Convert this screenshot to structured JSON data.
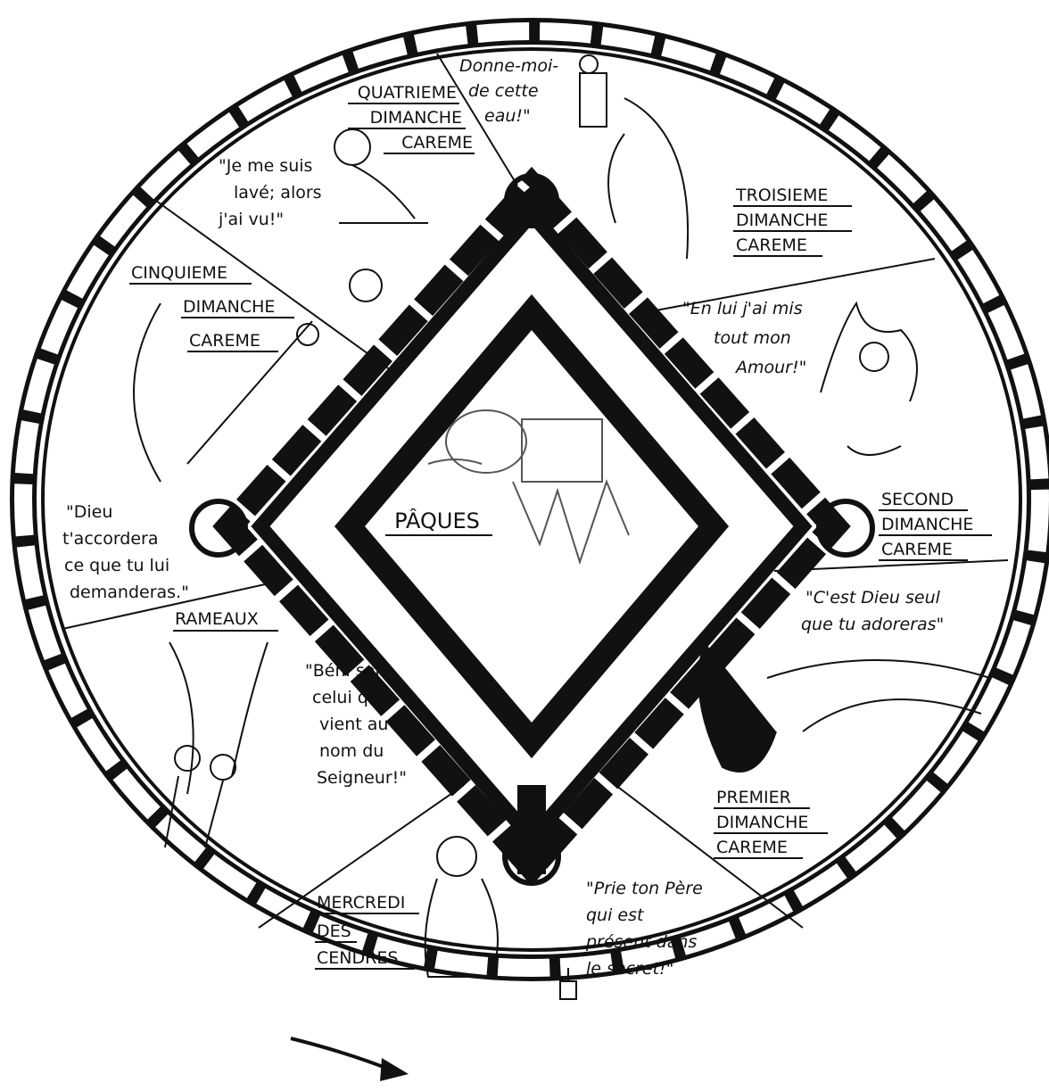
{
  "center": {
    "title": "PÂQUES"
  },
  "sectors": {
    "quatrieme": {
      "lines": [
        "QUATRIEME",
        "DIMANCHE",
        "CAREME"
      ]
    },
    "troisieme": {
      "lines": [
        "TROISIEME",
        "DIMANCHE",
        "CAREME"
      ]
    },
    "cinquieme": {
      "lines": [
        "CINQUIEME",
        "DIMANCHE",
        "CAREME"
      ]
    },
    "second": {
      "lines": [
        "SECOND",
        "DIMANCHE",
        "CAREME"
      ]
    },
    "rameaux": {
      "lines": [
        "RAMEAUX"
      ]
    },
    "premier": {
      "lines": [
        "PREMIER",
        "DIMANCHE",
        "CAREME"
      ]
    },
    "mercredi": {
      "lines": [
        "MERCREDI",
        "DES",
        "CENDRES"
      ]
    }
  },
  "quotes": {
    "donne_moi": [
      "Donne-moi-",
      "de cette",
      "eau!\""
    ],
    "je_me_suis_lave": [
      "\"Je me suis",
      "lavé; alors",
      "j'ai vu!\""
    ],
    "en_lui": [
      "\"En lui j'ai mis",
      "tout mon",
      "Amour!\""
    ],
    "dieu_t_accordera": [
      "\"Dieu",
      "t'accordera",
      "ce que tu lui",
      "demanderas.\""
    ],
    "dieu_seul": [
      "\"C'est Dieu seul",
      "que tu adoreras\""
    ],
    "beni_soit": [
      "\"Béni soit",
      "celui qui",
      "vient au",
      "nom du",
      "Seigneur!\""
    ],
    "prie_ton_pere": [
      "\"Prie ton Père",
      "qui est",
      "présent dans",
      "le secret!\""
    ]
  },
  "colors": {
    "ink": "#111111",
    "paper": "#ffffff"
  }
}
